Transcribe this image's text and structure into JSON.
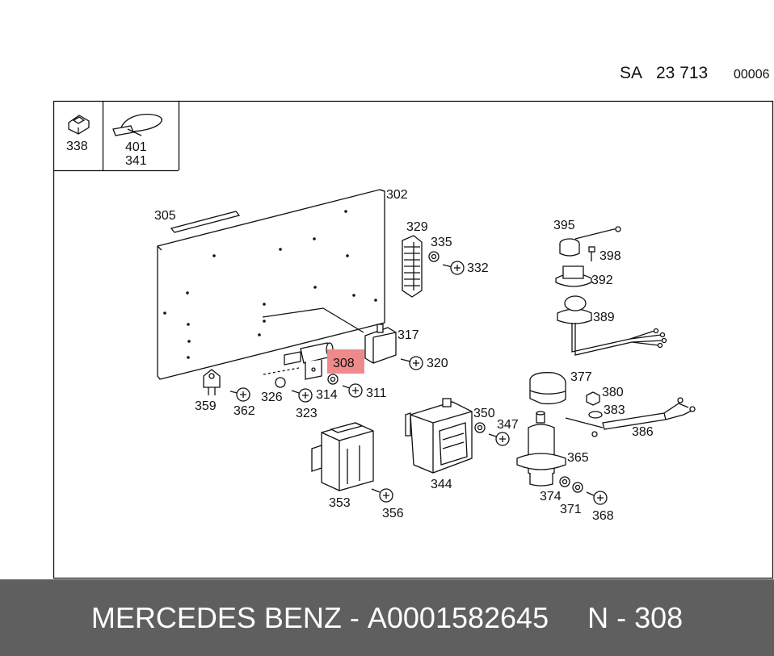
{
  "header": {
    "sa_label": "SA",
    "sa_number": "23 713",
    "sheet_code": "00006"
  },
  "legend": {
    "item_a": "338",
    "item_b_top": "401",
    "item_b_bottom": "341"
  },
  "highlight": {
    "label": "308",
    "color": "#f08a8a"
  },
  "parts": {
    "p302": "302",
    "p305": "305",
    "p329": "329",
    "p335": "335",
    "p332": "332",
    "p395": "395",
    "p398": "398",
    "p392": "392",
    "p389": "389",
    "p317": "317",
    "p320": "320",
    "p359": "359",
    "p362": "362",
    "p326": "326",
    "p314": "314",
    "p311": "311",
    "p323": "323",
    "p377": "377",
    "p380": "380",
    "p383": "383",
    "p386": "386",
    "p350": "350",
    "p347": "347",
    "p344": "344",
    "p365": "365",
    "p374": "374",
    "p371": "371",
    "p368": "368",
    "p353": "353",
    "p356": "356"
  },
  "footer": {
    "brand": "MERCEDES BENZ",
    "separator": " - ",
    "part_number": "A0001582645",
    "position": "N - 308",
    "background": "#5f5f5f"
  }
}
